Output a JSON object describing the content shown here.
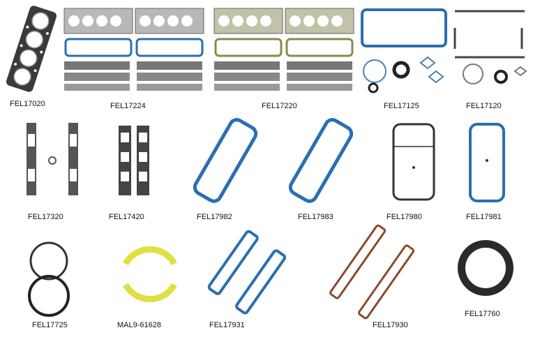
{
  "parts": [
    {
      "part_number": "FEL17020"
    },
    {
      "part_number": "FEL17224"
    },
    {
      "part_number": "FEL17220"
    },
    {
      "part_number": "FEL17125"
    },
    {
      "part_number": "FEL17120"
    },
    {
      "part_number": "FEL17320"
    },
    {
      "part_number": "FEL17420"
    },
    {
      "part_number": "FEL17982"
    },
    {
      "part_number": "FEL17983"
    },
    {
      "part_number": "FEL17980"
    },
    {
      "part_number": "FEL17981"
    },
    {
      "part_number": "FEL17725"
    },
    {
      "part_number": "MAL9-61628"
    },
    {
      "part_number": "FEL17931"
    },
    {
      "part_number": "FEL17930"
    },
    {
      "part_number": "FEL17760"
    }
  ]
}
